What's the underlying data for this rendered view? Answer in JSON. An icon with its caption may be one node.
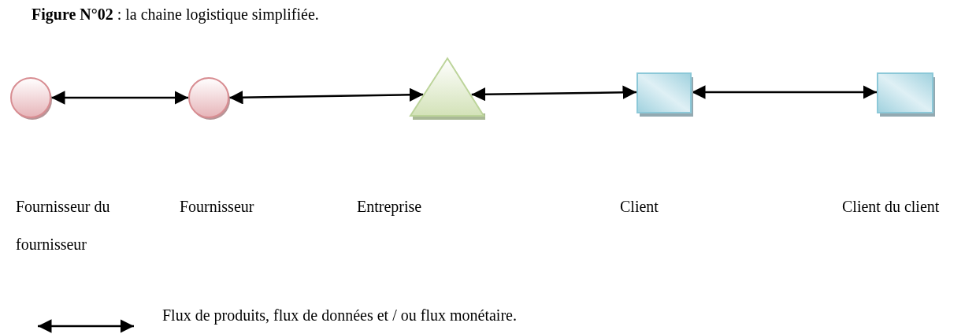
{
  "diagram": {
    "title": "**Figure N°02** : la chaine logistique simplifiée.",
    "nodes": [
      {
        "text": [],
        "shape": "circle"
      },
      {
        "text": [],
        "shape": "circle"
      },
      {
        "text": [],
        "shape": "triangle"
      },
      {
        "text": [],
        "shape": "box"
      },
      {
        "text": [],
        "shape": "box"
      }
    ],
    "labels": [
      "Fournisseur du fournisseur",
      "Fournisseur",
      "Entreprise",
      "Client",
      "Client du client"
    ],
    "edges": [
      {
        "from": 0,
        "to": 1,
        "arrow": "both"
      },
      {
        "from": 1,
        "to": 2,
        "arrow": "both"
      },
      {
        "from": 2,
        "to": 3,
        "arrow": "both"
      },
      {
        "from": 3,
        "to": 4,
        "arrow": "both"
      }
    ],
    "legend": [
      {
        "text": "Flux de produits, flux de données et / ou flux monétaire."
      }
    ]
  }
}
